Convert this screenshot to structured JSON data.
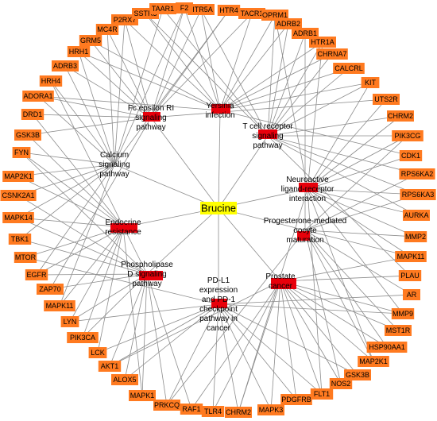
{
  "network": {
    "colors": {
      "gene": "#ff7a20",
      "pathway": "#e8000b",
      "compound": "#ffff00",
      "edge": "#8c8c8c"
    },
    "compound": "Brucine",
    "pathways": [
      "Fc epsilon RI signaling pathway",
      "Yersinia infection",
      "T cell receptor signaling pathway",
      "Calcium signaling pathway",
      "Neuroactive ligand-receptor interaction",
      "Endocrine resistance",
      "Progesterone-mediated oocyte maturation",
      "Phospholipase D signaling pathway",
      "PD-L1 expression and PD-1 checkpoint pathway in cancer",
      "Prostate cancer"
    ],
    "genes": [
      "HTR5A",
      "HTR4",
      "TACR1",
      "OPRM1",
      "ADRB2",
      "ADRB1",
      "HTR1A",
      "CHRNA7",
      "CALCRL",
      "KIT",
      "UTS2R",
      "CHRM2",
      "PIK3CG",
      "CDK1",
      "RPS6KA2",
      "RPS6KA3",
      "AURKA",
      "MMP2",
      "MAPK11",
      "PLAU",
      "AR",
      "MMP9",
      "MST1R",
      "HSP90AA1",
      "MAP2K1",
      "GSK3B",
      "NOS2",
      "FLT1",
      "PDGFRB",
      "MAPK3",
      "CHRM2",
      "TLR4",
      "RAF1",
      "PRKCQ",
      "MAPK1",
      "ALOX5",
      "AKT1",
      "LCK",
      "PIK3CA",
      "LYN",
      "MAPK11",
      "ZAP70",
      "EGFR",
      "MTOR",
      "TBK1",
      "MAPK14",
      "CSNK2A1",
      "MAP2K1",
      "FYN",
      "GSK3B",
      "DRD1",
      "ADORA1",
      "HRH4",
      "ADRB3",
      "HRH1",
      "GRM5",
      "MC4R",
      "P2RX7",
      "SSTR3",
      "TAAR1",
      "F2"
    ]
  }
}
